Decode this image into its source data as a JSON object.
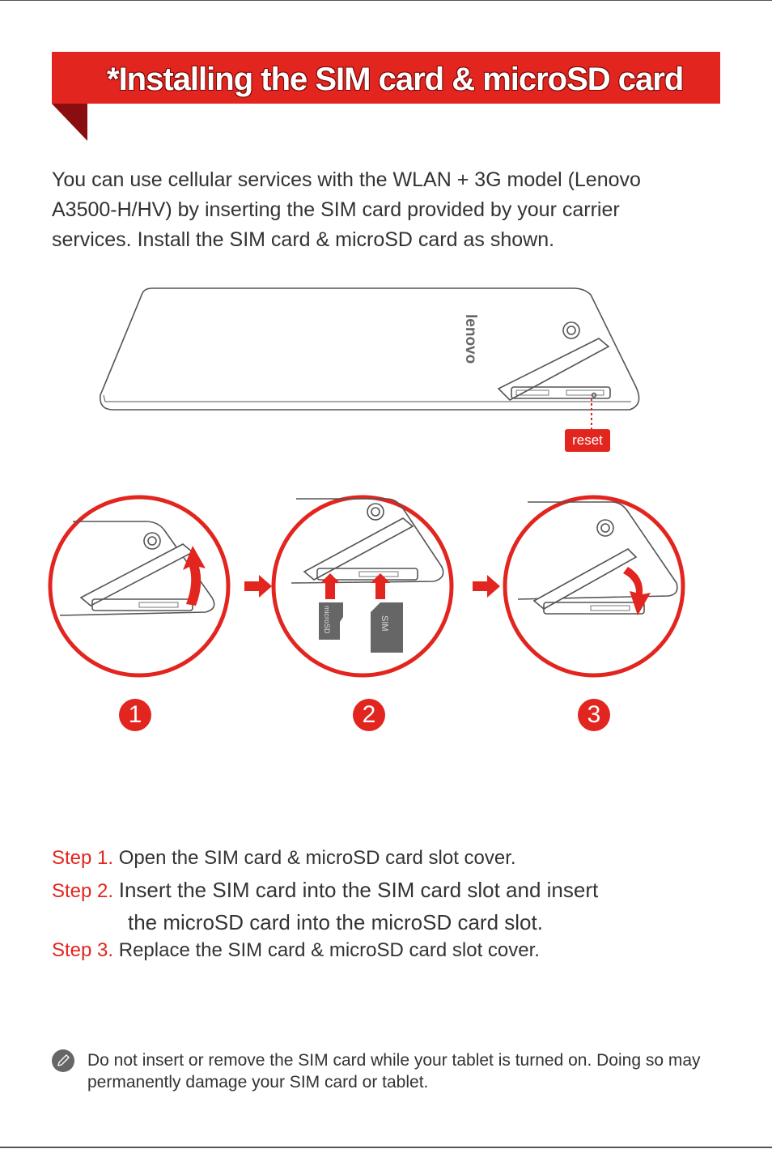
{
  "header": {
    "title": "*Installing the SIM card & microSD card"
  },
  "intro": {
    "text": "You can use cellular services with the WLAN + 3G model (Lenovo A3500-H/HV) by inserting the SIM card provided by your carrier services. Install the SIM card & microSD card as shown."
  },
  "figure": {
    "brand": "lenovo",
    "reset_label": "reset",
    "microsd_label": "microSD",
    "sim_label": "SIM",
    "step_numbers": [
      "1",
      "2",
      "3"
    ]
  },
  "steps": [
    {
      "label": "Step 1.",
      "text": "Open the SIM card & microSD card slot cover."
    },
    {
      "label": "Step 2.",
      "text": "Insert the SIM card into the SIM card slot and insert",
      "continuation": "the microSD card into the microSD card slot."
    },
    {
      "label": "Step 3.",
      "text": "Replace the SIM card & microSD card slot cover."
    }
  ],
  "note": {
    "icon": "pencil-icon",
    "text": "Do not insert or remove the SIM card while your tablet is turned on. Doing so may permanently damage your SIM card or tablet."
  },
  "colors": {
    "accent": "#e2251f",
    "text": "#333333",
    "line": "#555555"
  }
}
